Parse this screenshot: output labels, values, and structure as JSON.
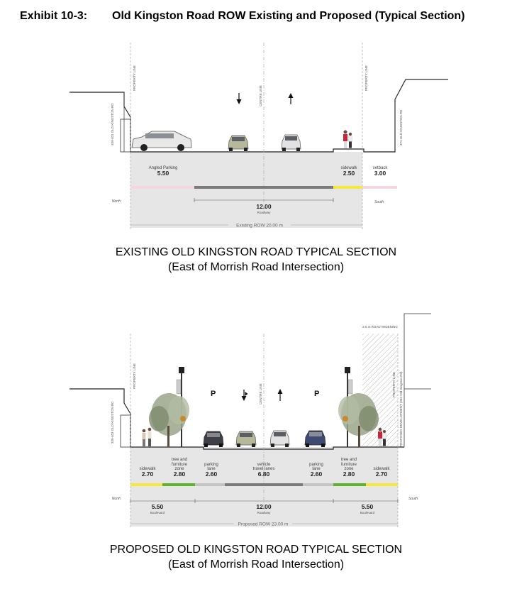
{
  "header": {
    "exhibit_number": "Exhibit 10-3:",
    "title": "Old Kingston Road ROW Existing and Proposed (Typical Section)"
  },
  "existing": {
    "title": "EXISTING OLD KINGSTON ROAD TYPICAL SECTION",
    "subtitle": "(East of Morrish Road Intersection)",
    "labels": {
      "property_line_left": "PROPERTY LINE",
      "property_line_right": "PROPERTY LINE",
      "centre_line": "CENTRE LINE",
      "building_left": "339-401 OLD KINGSTON RD",
      "building_right": "371 OLD KINGSTON RD",
      "north": "North",
      "south": "South"
    },
    "dimensions": {
      "angled_parking_label": "Angled Parking",
      "angled_parking_value": "5.50",
      "sidewalk_label": "sidewalk",
      "sidewalk_value": "2.50",
      "setback_label": "setback",
      "setback_value": "3.00",
      "roadway_value": "12.00",
      "roadway_label": "Roadway",
      "row_label": "Existing ROW 20.00 m"
    }
  },
  "proposed": {
    "title": "PROPOSED OLD KINGSTON ROAD TYPICAL SECTION",
    "subtitle": "(East of Morrish Road Intersection)",
    "labels": {
      "property_line_left": "PROPERTY LINE",
      "property_line_right": "PROPERTY LINE",
      "centre_line": "CENTRE LINE",
      "building_left": "339-403 OLD KINGSTON RD",
      "building_right": "PROPOSED DEVELOPMENT (363 Old Kingston Rd)",
      "road_widening": "3.0 m ROAD WIDENING",
      "north": "North",
      "south": "South",
      "parking_sign": "P"
    },
    "dimensions": {
      "sidewalk_left_label": "sidewalk",
      "sidewalk_left_value": "2.70",
      "tree_left_label_1": "tree and",
      "tree_left_label_2": "furniture",
      "tree_left_label_3": "zone",
      "tree_left_value": "2.80",
      "parking_left_label_1": "parking",
      "parking_left_label_2": "lane",
      "parking_left_value": "2.60",
      "travel_label_1": "vehicle",
      "travel_label_2": "travel lanes",
      "travel_value": "6.80",
      "parking_right_label_1": "parking",
      "parking_right_label_2": "lane",
      "parking_right_value": "2.60",
      "tree_right_label_1": "tree and",
      "tree_right_label_2": "furniture",
      "tree_right_label_3": "zone",
      "tree_right_value": "2.80",
      "sidewalk_right_label": "sidewalk",
      "sidewalk_right_value": "2.70",
      "boulevard_left_value": "5.50",
      "boulevard_left_label": "Boulevard",
      "roadway_value": "12.00",
      "roadway_label": "Roadway",
      "boulevard_right_value": "5.50",
      "boulevard_right_label": "Boulevard",
      "row_label": "Proposed ROW 23.00 m"
    }
  },
  "colors": {
    "sidewalk": "#f4e83a",
    "tree_zone": "#5fb12e",
    "parking": "#c4c4c4",
    "travel": "#7a7a7a",
    "setback": "#f3d6df",
    "ground": "#e4e4e4"
  }
}
